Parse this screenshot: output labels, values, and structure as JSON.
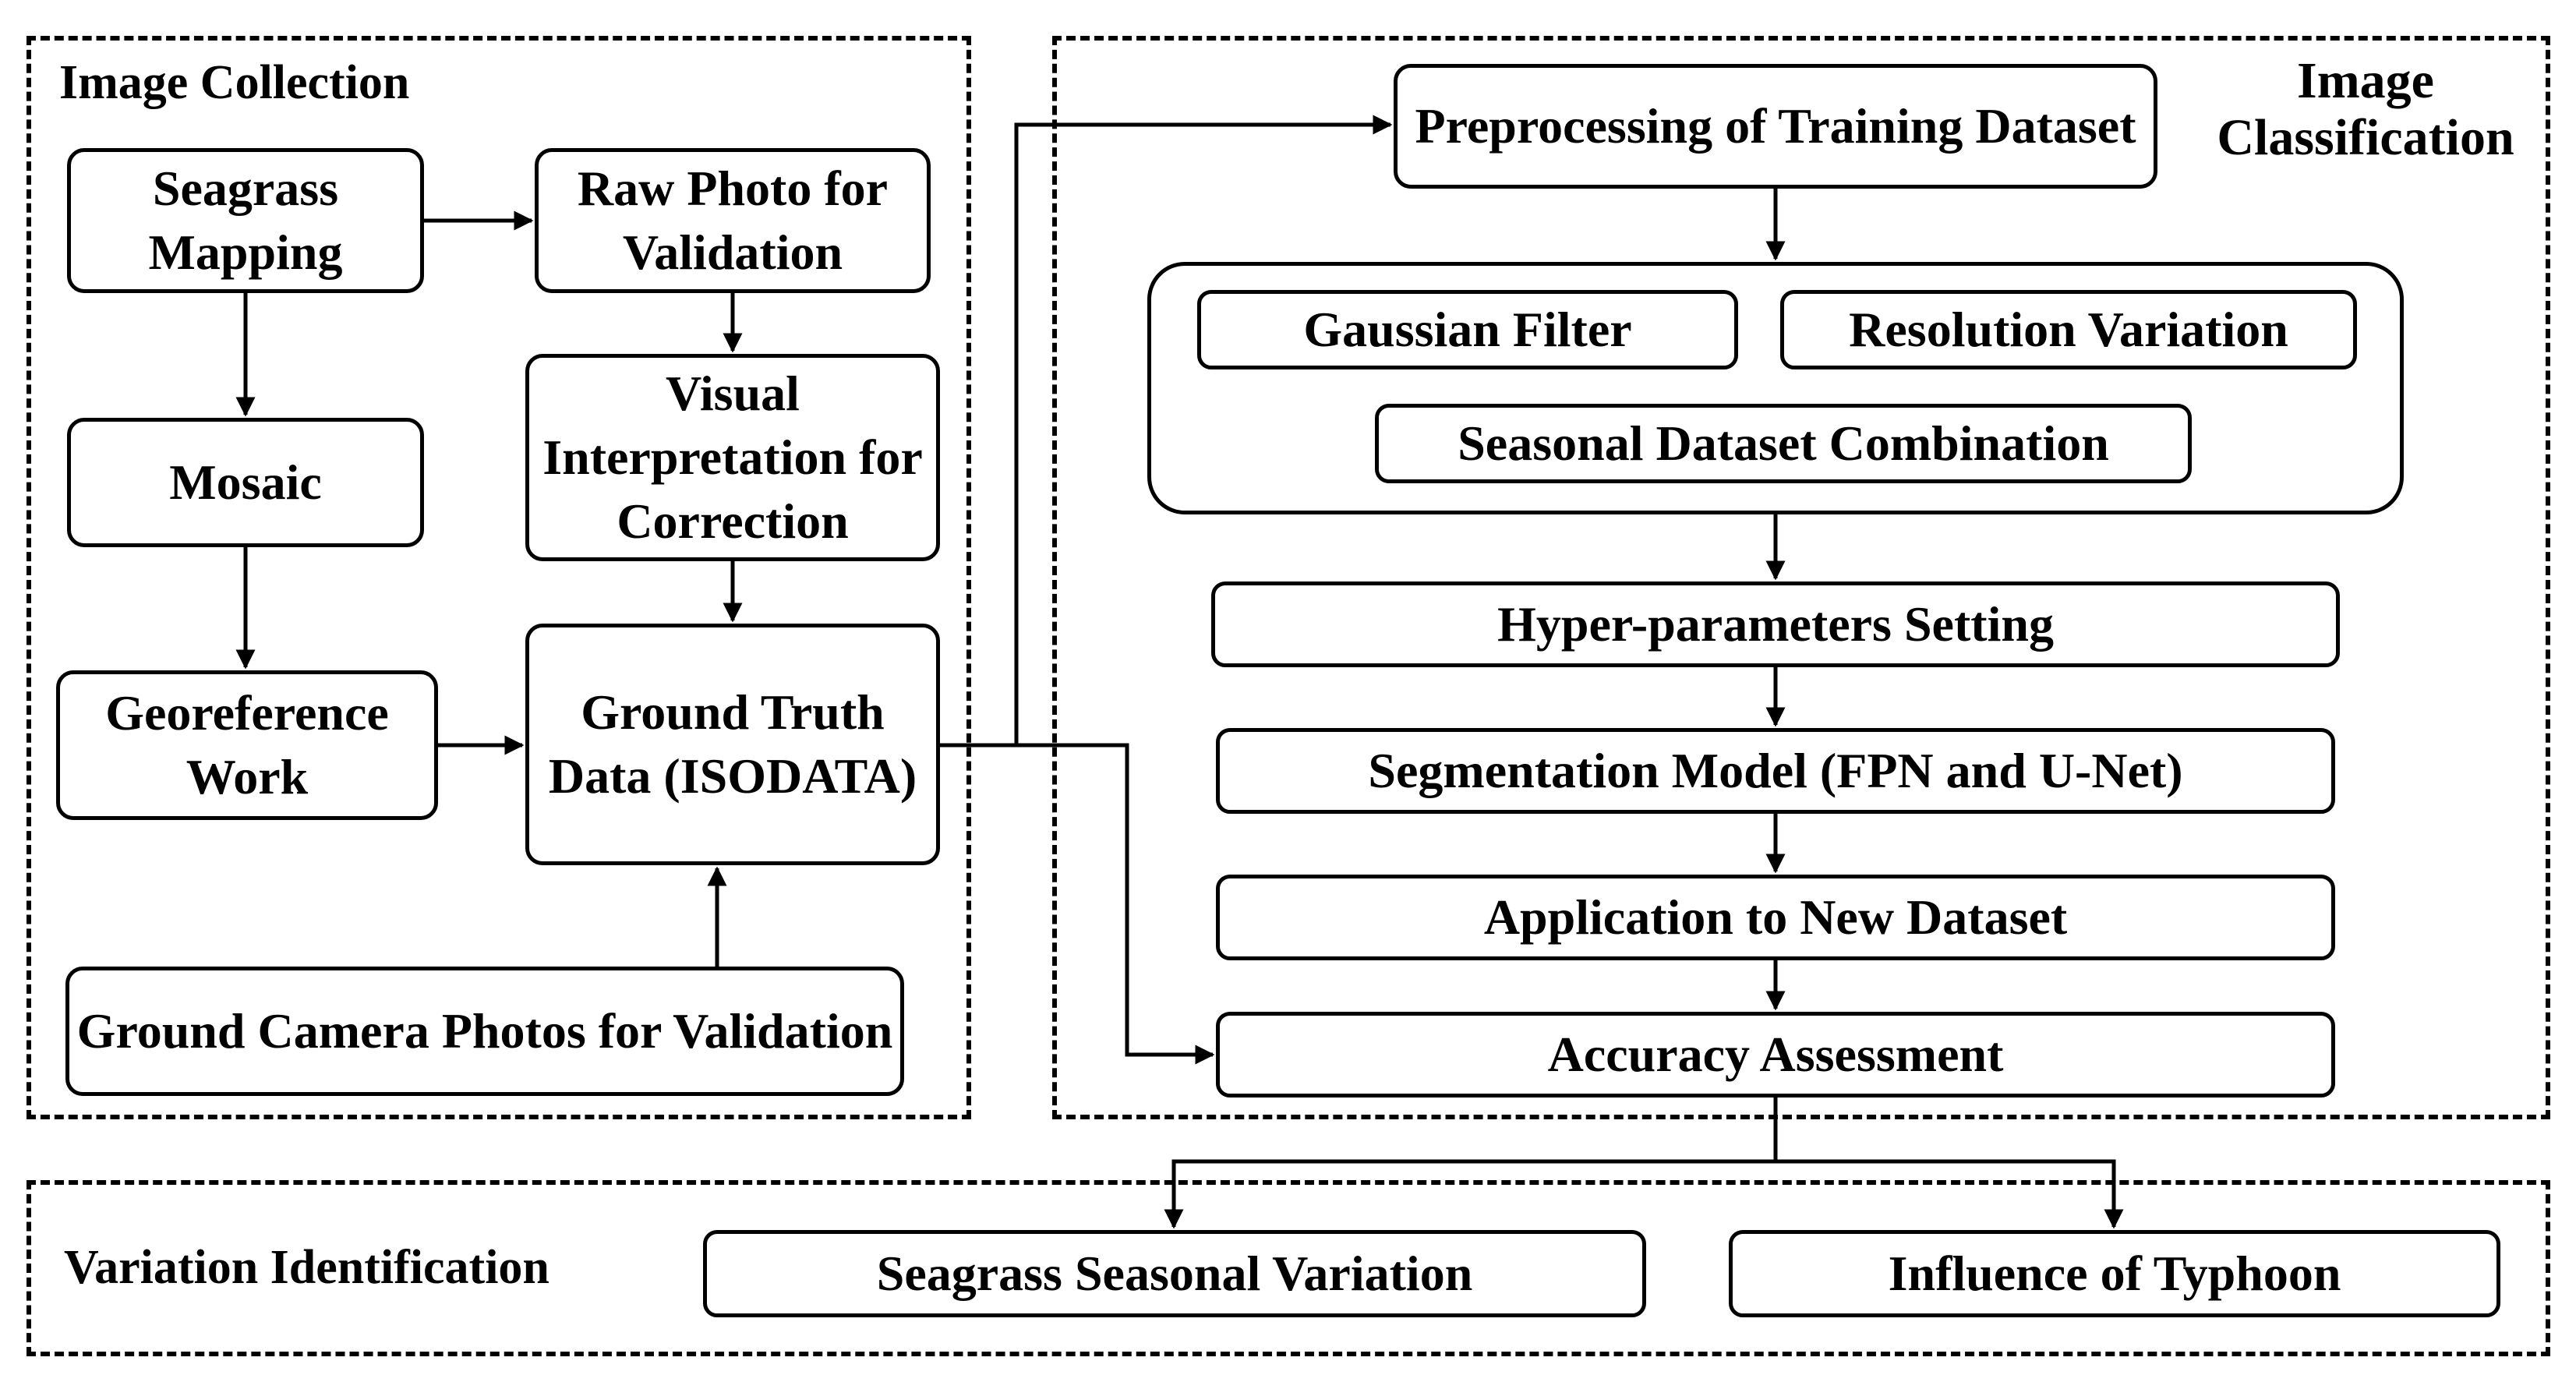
{
  "groups": {
    "image_collection": "Image Collection",
    "image_classification_line1": "Image",
    "image_classification_line2": "Classification",
    "variation_identification": "Variation Identification"
  },
  "nodes": {
    "seagrass_mapping": "Seagrass Mapping",
    "raw_photo": "Raw Photo for Validation",
    "mosaic": "Mosaic",
    "visual_interpretation": "Visual Interpretation for Correction",
    "georeference": "Georeference Work",
    "ground_truth": "Ground Truth Data (ISODATA)",
    "ground_camera": "Ground Camera Photos for Validation",
    "preprocessing": "Preprocessing of Training Dataset",
    "gaussian_filter": "Gaussian Filter",
    "resolution_variation": "Resolution Variation",
    "seasonal_combination": "Seasonal Dataset Combination",
    "hyperparameters": "Hyper-parameters Setting",
    "segmentation_model": "Segmentation Model (FPN and U-Net)",
    "application": "Application to New Dataset",
    "accuracy": "Accuracy Assessment",
    "seasonal_variation": "Seagrass Seasonal Variation",
    "typhoon": "Influence of Typhoon"
  }
}
